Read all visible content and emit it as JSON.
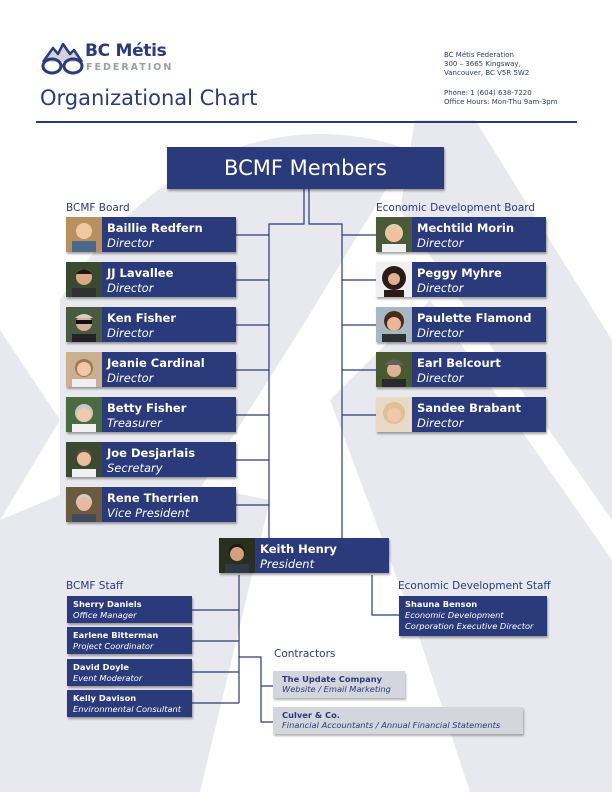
{
  "brand": {
    "name": "BC Métis",
    "sub": "FEDERATION",
    "colors": {
      "primary": "#2a3a7a",
      "secondary_gray": "#9aa0aa",
      "contractor_bg": "#d3d6dc",
      "background_shape": "#e8e9ef"
    }
  },
  "page": {
    "title": "Organizational Chart"
  },
  "contact": {
    "org": "BC Métis Federation",
    "address1": "300 – 3665 Kingsway,",
    "address2": "Vancouver, BC  V5R 5W2",
    "phone": "Phone: 1 (604) 638-7220",
    "hours": "Office Hours: Mon-Thu 9am-3pm"
  },
  "top": {
    "label": "BCMF Members"
  },
  "bcmf_board": {
    "heading": "BCMF Board",
    "members": [
      {
        "name": "Baillie Redfern",
        "role": "Director"
      },
      {
        "name": "JJ Lavallee",
        "role": "Director"
      },
      {
        "name": "Ken Fisher",
        "role": "Director"
      },
      {
        "name": "Jeanie Cardinal",
        "role": "Director"
      },
      {
        "name": "Betty Fisher",
        "role": "Treasurer"
      },
      {
        "name": "Joe Desjarlais",
        "role": "Secretary"
      },
      {
        "name": "Rene Therrien",
        "role": "Vice President"
      }
    ]
  },
  "ed_board": {
    "heading": "Economic Development  Board",
    "members": [
      {
        "name": "Mechtild Morin",
        "role": "Director"
      },
      {
        "name": "Peggy Myhre",
        "role": "Director"
      },
      {
        "name": "Paulette Flamond",
        "role": "Director"
      },
      {
        "name": "Earl Belcourt",
        "role": "Director"
      },
      {
        "name": "Sandee Brabant",
        "role": "Director"
      }
    ]
  },
  "president": {
    "name": "Keith Henry",
    "role": "President"
  },
  "bcmf_staff": {
    "heading": "BCMF Staff",
    "members": [
      {
        "name": "Sherry Daniels",
        "role": "Office Manager"
      },
      {
        "name": "Earlene Bitterman",
        "role": "Project Coordinator"
      },
      {
        "name": "David Doyle",
        "role": "Event Moderator"
      },
      {
        "name": "Kelly Davison",
        "role": "Environmental Consultant"
      }
    ]
  },
  "ed_staff": {
    "heading": "Economic Development  Staff",
    "members": [
      {
        "name": "Shauna Benson",
        "role_line1": "Economic Development",
        "role_line2": "Corporation Executive Director"
      }
    ]
  },
  "contractors": {
    "heading": "Contractors",
    "items": [
      {
        "name": "The Update Company",
        "role": "Website / Email Marketing"
      },
      {
        "name": "Culver & Co.",
        "role": "Financial Accountants / Annual Financial Statements"
      }
    ]
  }
}
